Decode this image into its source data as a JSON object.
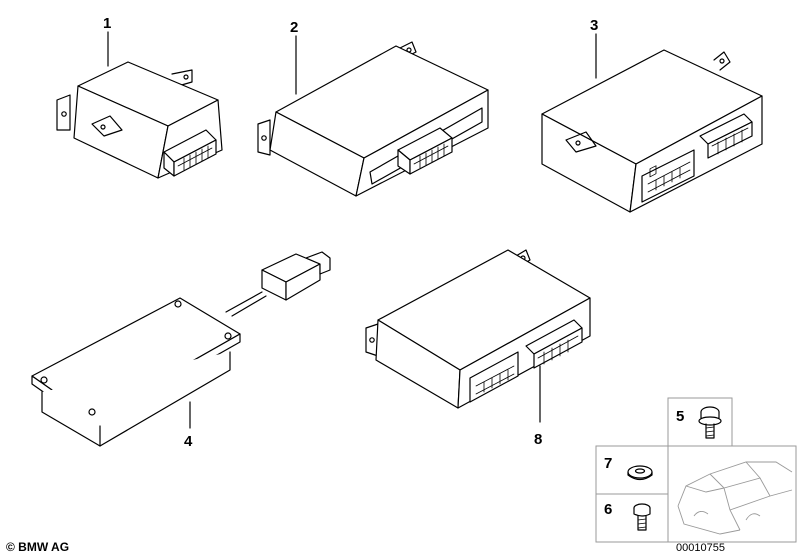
{
  "callouts": {
    "c1": "1",
    "c2": "2",
    "c3": "3",
    "c4": "4",
    "c5": "5",
    "c6": "6",
    "c7": "7",
    "c8": "8"
  },
  "footer": {
    "copyright": "© BMW AG",
    "doc_number": "00010755"
  },
  "icons": {
    "parts": [
      "control-unit-icon",
      "antenna-module-icon",
      "hex-bolt-icon",
      "washer-icon",
      "screw-icon",
      "car-silhouette-icon"
    ]
  }
}
